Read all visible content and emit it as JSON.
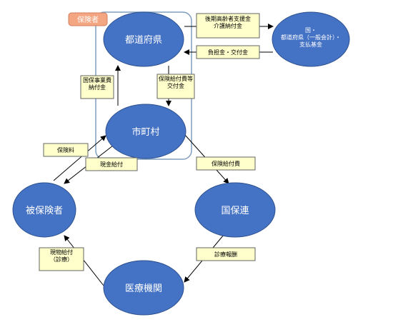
{
  "nodes": {
    "prefecture": "都道府県",
    "municipality": "市町村",
    "insured": "被保険者",
    "federation": "国保連",
    "medical": "医療機関",
    "national": "国・\n都道府県（一般会計）・\n支払基金"
  },
  "badge": "保険者",
  "labels": {
    "elderly_support": "後期高齢者支援金\n介護納付金",
    "burden_grant": "負担金・交付金",
    "nhi_payment": "国保事業費\n納付金",
    "benefit_grant": "保険給付費等\n交付金",
    "premium": "保険料",
    "cash_benefit": "現金給付",
    "benefit_cost": "保険給付費",
    "fee": "診療報酬",
    "in_kind": "現物給付\n（診療）"
  },
  "colors": {
    "node_fill": "#4472c4",
    "box_fill": "#ffffcc",
    "badge_fill": "#f4a582",
    "frame": "#7f9fbf"
  }
}
